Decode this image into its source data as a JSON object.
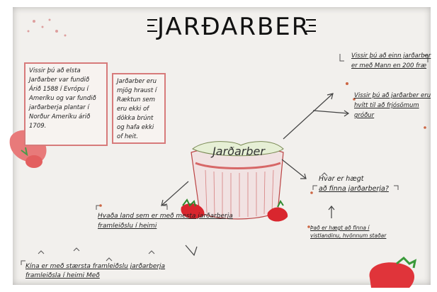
{
  "title": "JARÐARBER",
  "center_label": "Jarðarber",
  "left_box_1": "Vissir þú að elsta Jarðarber var fundið Árið 1588 í Evrópu í Ameríku og var fundið jarðarberja plantar í Norður Ameríku árið 1709.",
  "left_box_2": "Jarðarber eru mjög hraust í Ræktun sem eru ekki of dökka brúnt og hafa ekki of heit.",
  "right_note_1": "Vissir þú að einn jarðarber er með Mann en 200 fræ",
  "right_note_2": "Vissir þú að jarðarber eru hvítt til að frjósömum gróður",
  "right_note_3_line1": "Hvar er hægt",
  "right_note_3_line2": "að finna jarðarberja?",
  "right_note_4": "Það er hægt að finna í vistlandinu, hvönnum staðar",
  "bottom_left_note": "Hvaða land sem er með mesta jarðarberja framleiðslu í heimi",
  "bottom_note": "Kína er með stærsta framleiðslu jarðarberja framleiðsla í heimi Með"
}
